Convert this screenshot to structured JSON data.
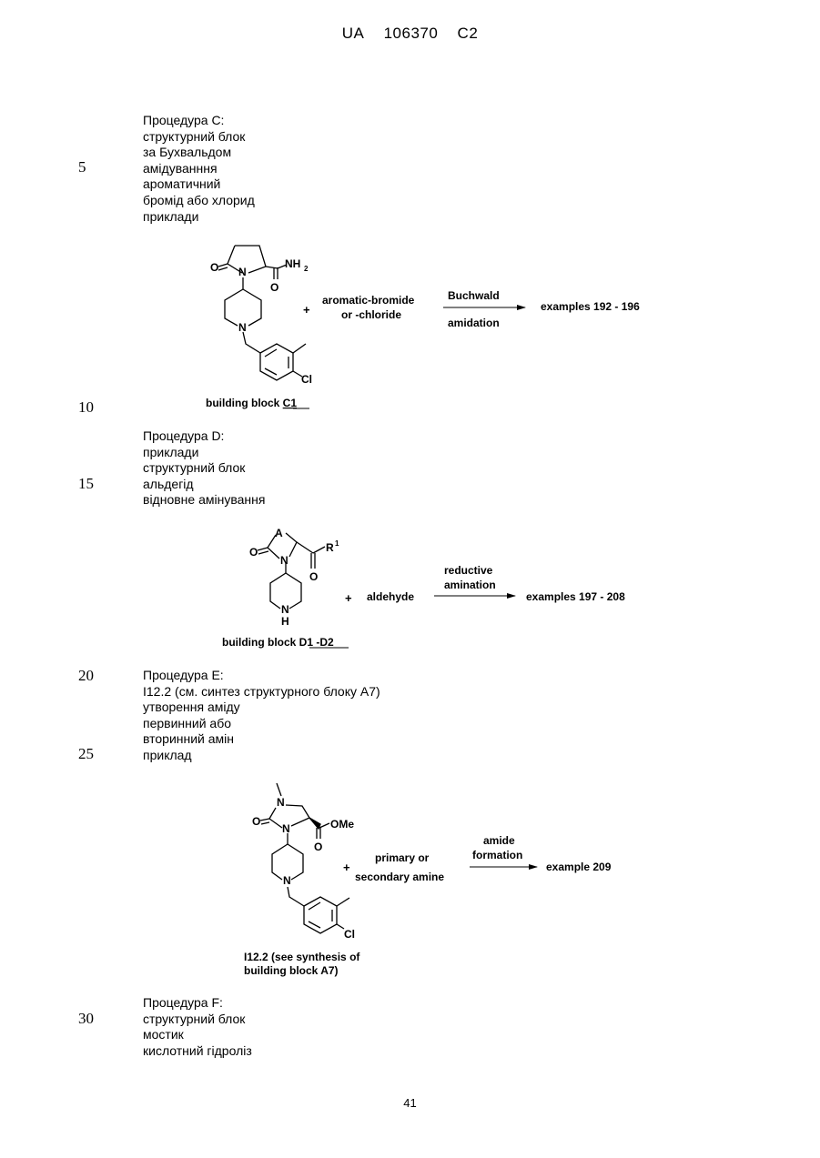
{
  "header": {
    "country": "UA",
    "number": "106370",
    "kind": "C2"
  },
  "line_numbers": [
    "5",
    "10",
    "15",
    "20",
    "25",
    "30"
  ],
  "procedure_c": {
    "lines": [
      "Процедура C:",
      "структурний блок",
      "за Бухвальдом",
      "амідуванння",
      "ароматичний",
      "бромід або хлорид",
      "приклади"
    ]
  },
  "scheme_c": {
    "plus": "+",
    "reagent_line1": "aromatic-bromide",
    "reagent_line2": "or -chloride",
    "arrow_top": "Buchwald",
    "arrow_bottom": "amidation",
    "product": "examples 192 - 196",
    "caption_prefix": "building block ",
    "caption_code": "C1",
    "atoms": {
      "O": "O",
      "N": "N",
      "NH": "NH",
      "sub2": "2",
      "Cl": "Cl"
    }
  },
  "procedure_d": {
    "lines": [
      "Процедура D:",
      "приклади",
      "структурний блок",
      "альдегід",
      "відновне амінування"
    ]
  },
  "scheme_d": {
    "plus": "+",
    "reagent": "aldehyde",
    "arrow_top1": "reductive",
    "arrow_top2": "amination",
    "product": "examples 197 - 208",
    "caption_prefix": "building block ",
    "caption_code": "D1 -D2",
    "atoms": {
      "A": "A",
      "O": "O",
      "N": "N",
      "R": "R",
      "sup1": "1",
      "H": "H"
    }
  },
  "procedure_e": {
    "lines": [
      "Процедура E:",
      "I12.2 (см. синтез структурного блоку А7)",
      "утворення аміду",
      "первинний або",
      "вторинний амін",
      "приклад"
    ]
  },
  "scheme_e": {
    "plus": "+",
    "reagent_line1": "primary or",
    "reagent_line2": "secondary amine",
    "arrow_top1": "amide",
    "arrow_top2": "formation",
    "product": "example 209",
    "caption_line1": "I12.2 (see synthesis of",
    "caption_line2": "building block A7)",
    "atoms": {
      "O": "O",
      "N": "N",
      "OMe": "OMe",
      "Cl": "Cl"
    }
  },
  "procedure_f": {
    "lines": [
      "Процедура F:",
      "структурний блок",
      "мостик",
      "кислотний гідроліз"
    ]
  },
  "page_number": "41"
}
